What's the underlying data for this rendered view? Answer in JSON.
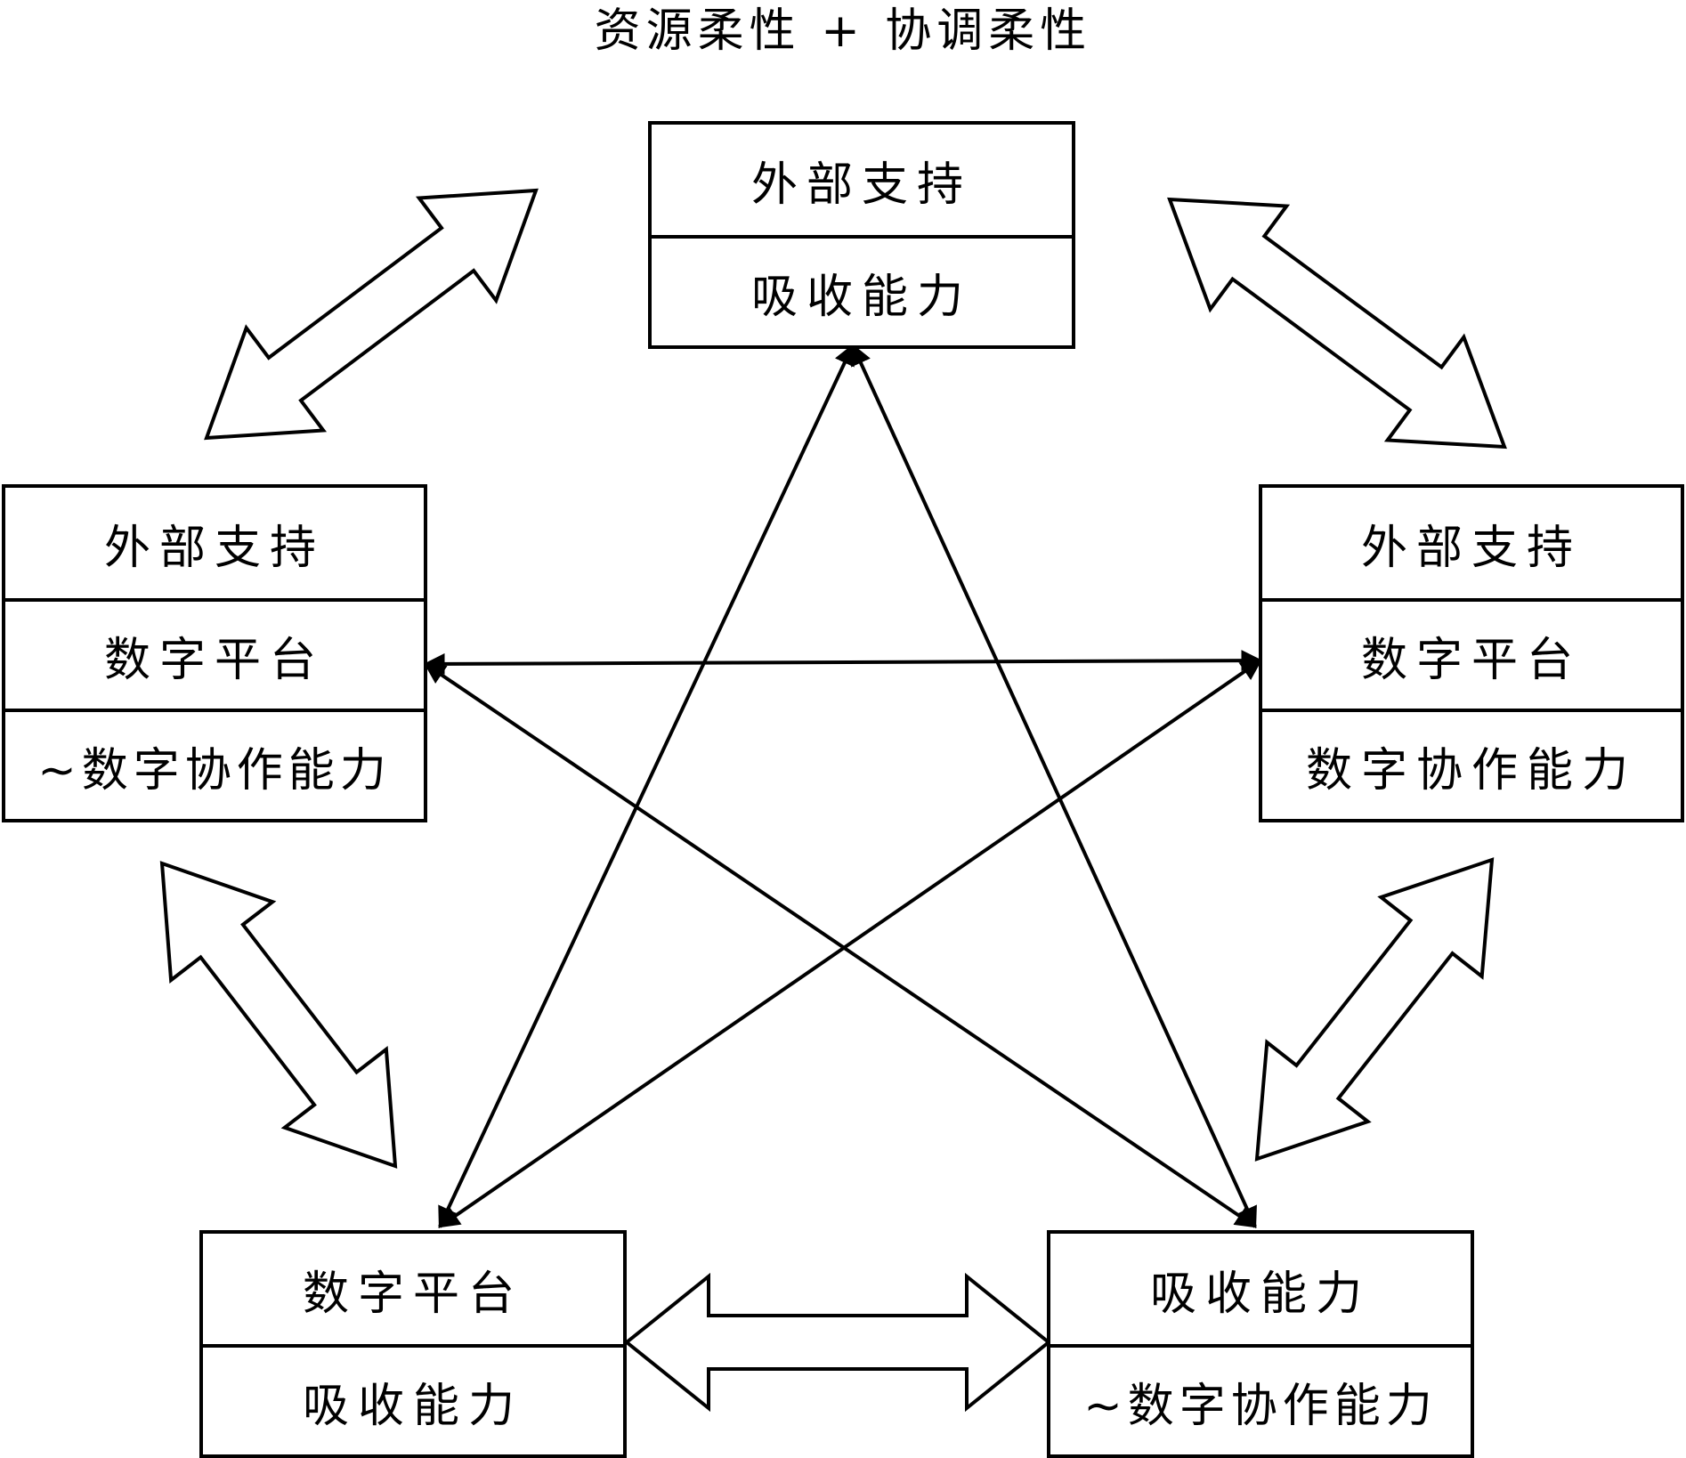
{
  "title": "资源柔性 + 协调柔性",
  "boxes": [
    {
      "rows": [
        "外部支持",
        "吸收能力"
      ]
    },
    {
      "rows": [
        "外部支持",
        "数字平台",
        "~数字协作能力"
      ]
    },
    {
      "rows": [
        "外部支持",
        "数字平台",
        "数字协作能力"
      ]
    },
    {
      "rows": [
        "数字平台",
        "吸收能力"
      ]
    },
    {
      "rows": [
        "吸收能力",
        "~数字协作能力"
      ]
    }
  ]
}
